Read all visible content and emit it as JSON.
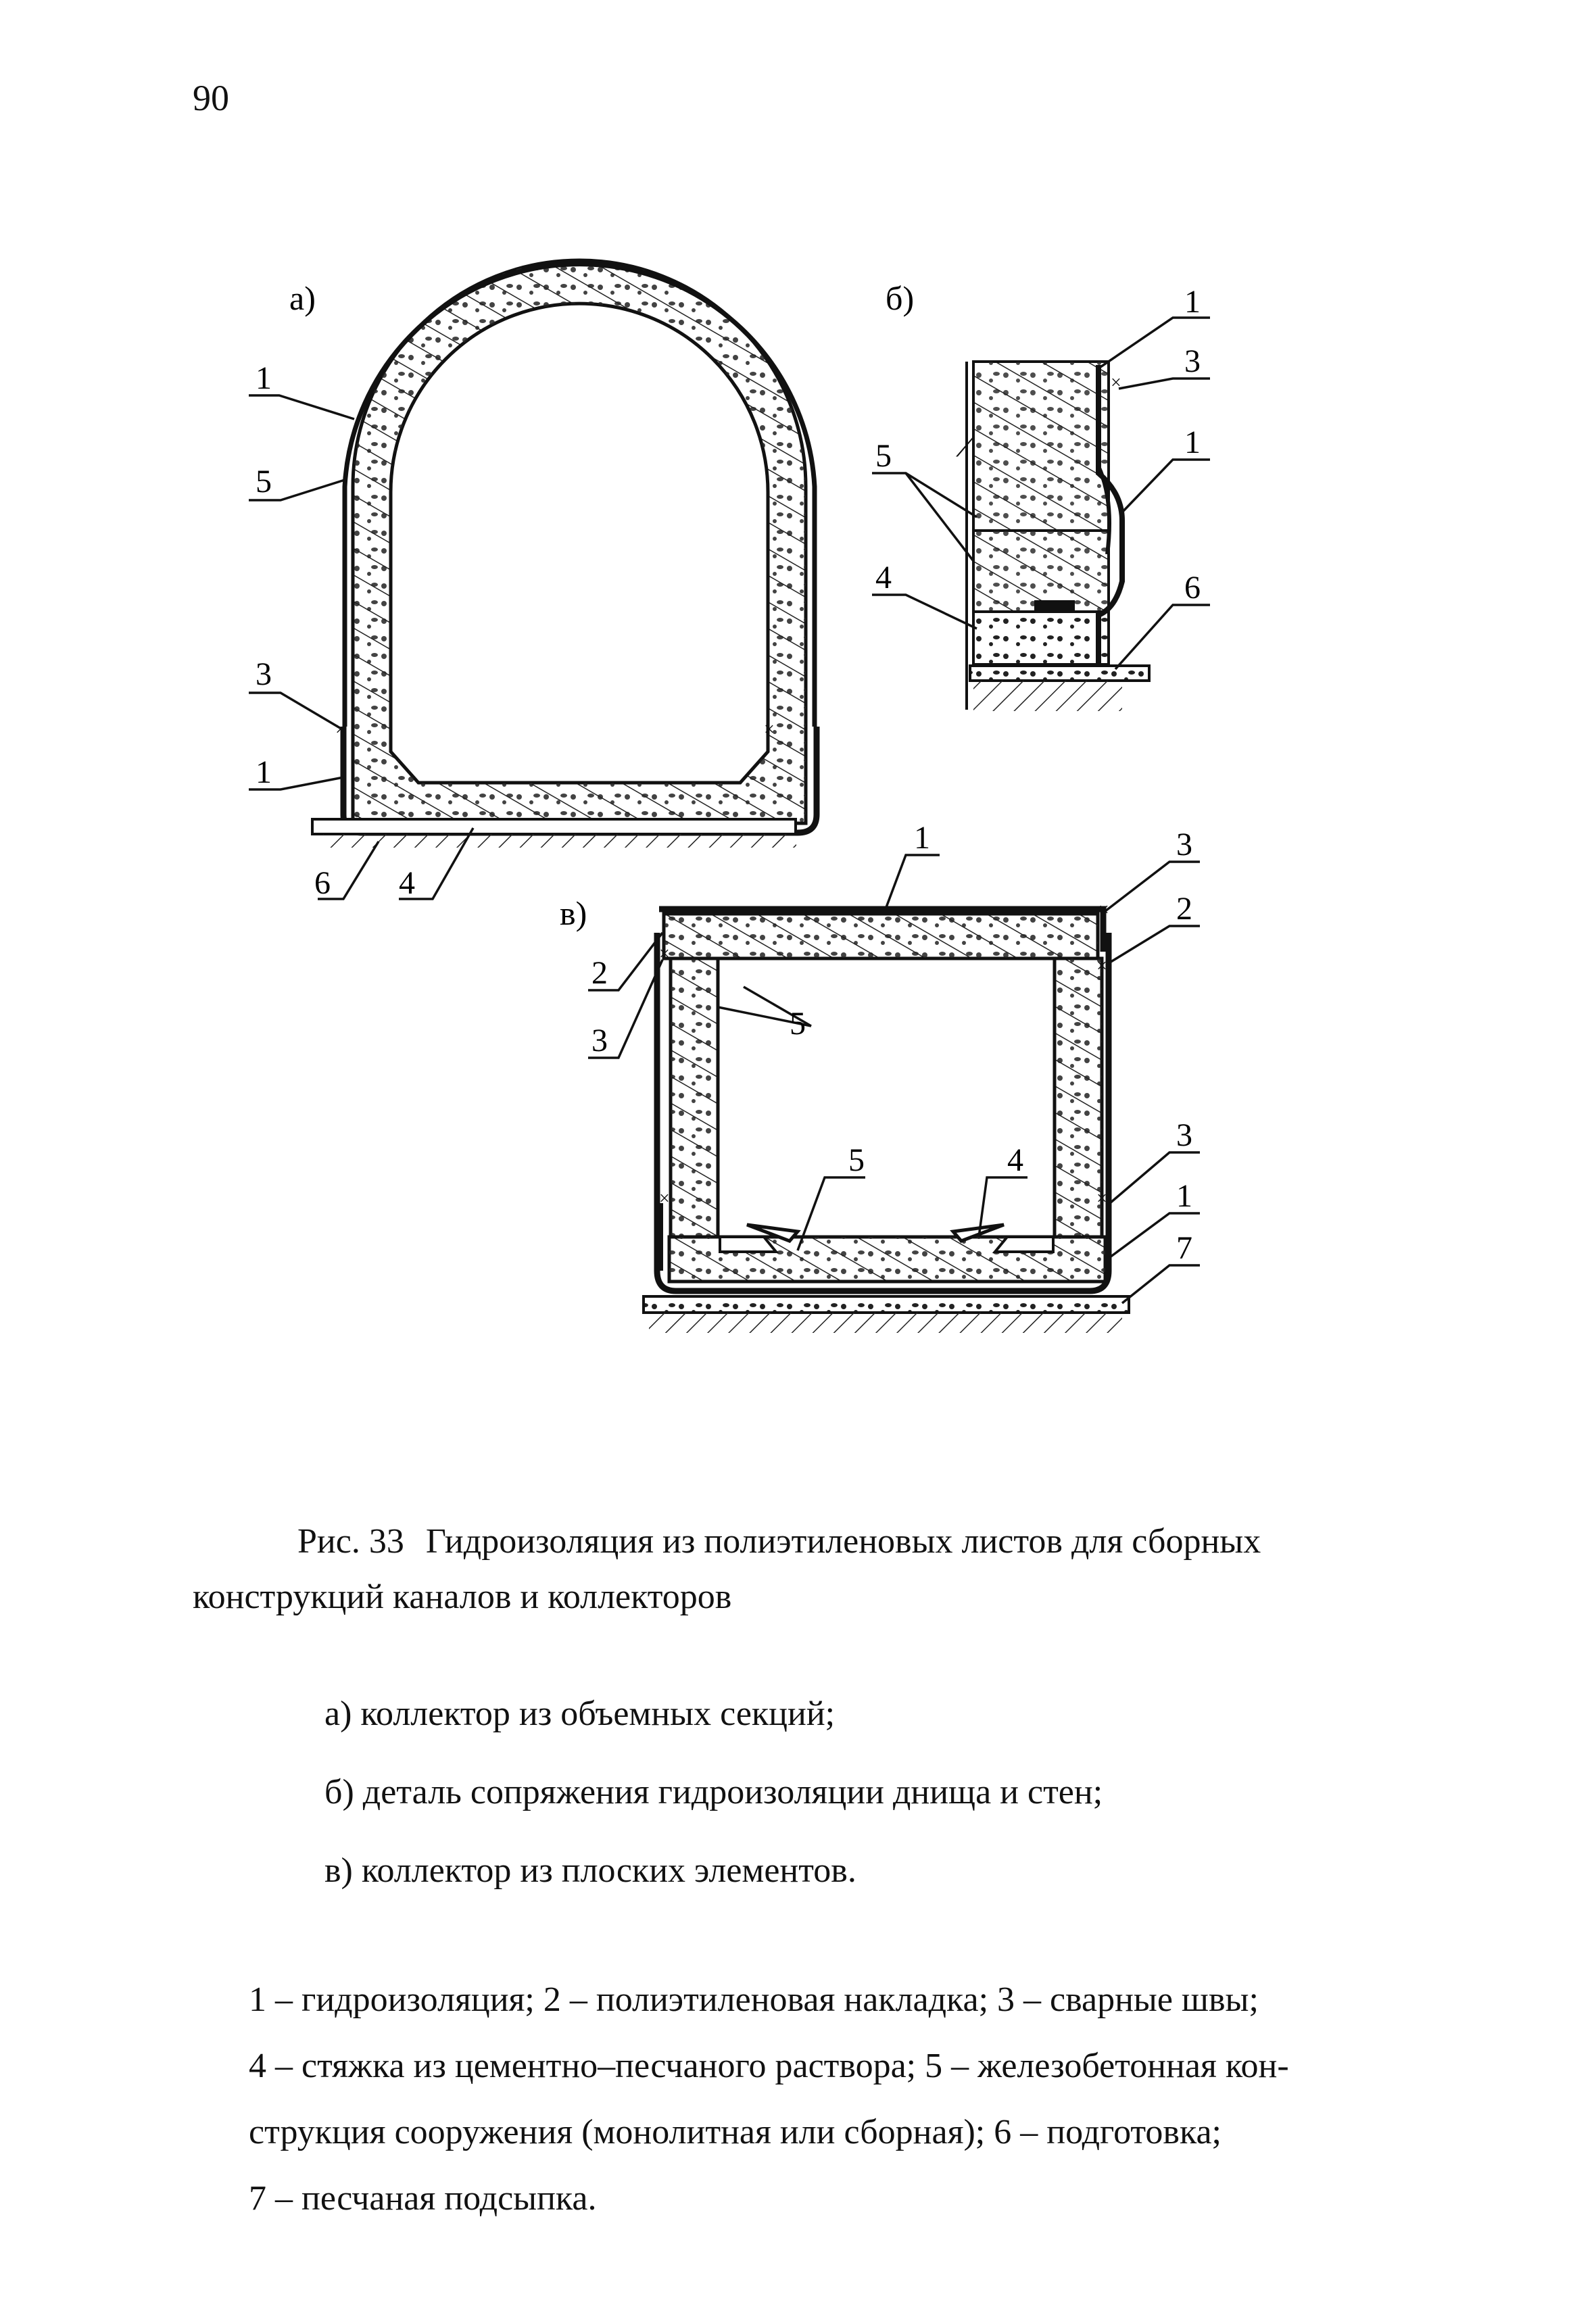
{
  "page_number": "90",
  "figure": {
    "a": {
      "label": "а)",
      "callouts": [
        "1",
        "5",
        "3",
        "1",
        "6",
        "4"
      ]
    },
    "b": {
      "label": "б)",
      "callouts": [
        "1",
        "3",
        "1",
        "5",
        "4",
        "6"
      ]
    },
    "v": {
      "label": "в)",
      "callouts": [
        "1",
        "3",
        "2",
        "2",
        "3",
        "5",
        "3",
        "5",
        "4",
        "1",
        "7"
      ]
    }
  },
  "caption": {
    "label": "Рис. 33",
    "line1": "Гидроизоляция из полиэтиленовых листов для сборных",
    "line2": "конструкций каналов и коллекторов"
  },
  "variants": [
    "а) коллектор из объемных секций;",
    "б) деталь сопряжения гидроизоляции днища и стен;",
    "в) коллектор из плоских элементов."
  ],
  "legend": [
    "1 – гидроизоляция; 2 – полиэтиленовая накладка; 3 – сварные швы;",
    "4 – стяжка из цементно–песчаного раствора; 5 – железобетонная кон-",
    "струкция сооружения (монолитная или сборная); 6 – подготовка;",
    "7 – песчаная подсыпка."
  ]
}
